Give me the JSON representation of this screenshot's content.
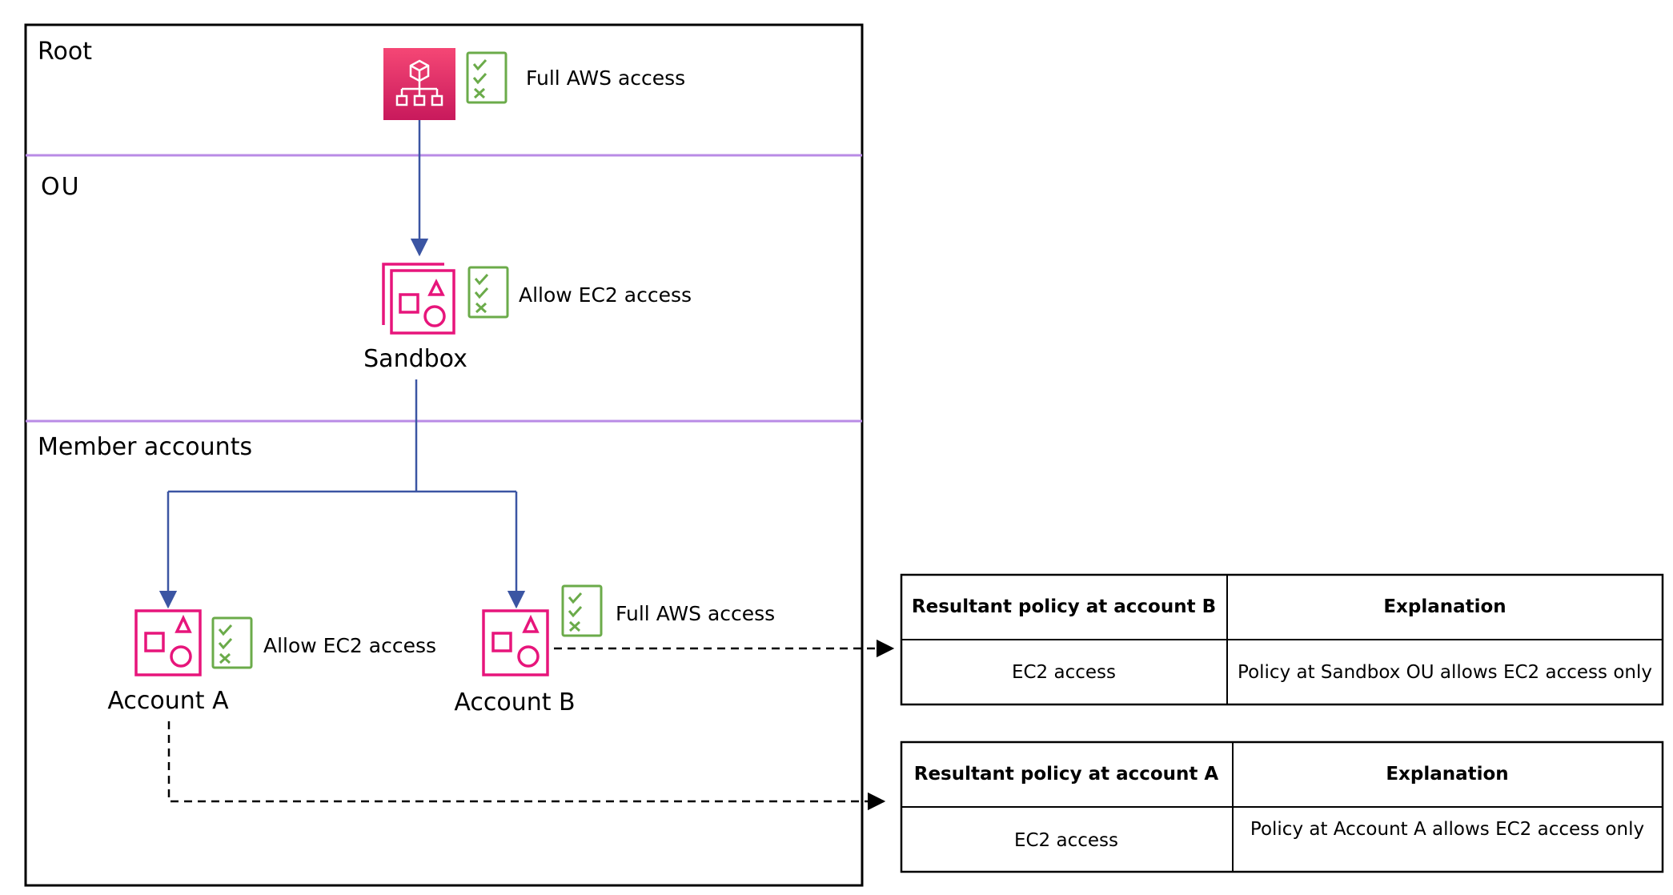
{
  "colors": {
    "frame": "#000000",
    "divider": "#b98be6",
    "connector": "#3b55a3",
    "org_icon_top": "#f54775",
    "org_icon_bottom": "#c8195c",
    "account_icon": "#e7157b",
    "policy_icon": "#6bab4a"
  },
  "icons": {
    "organization": "organizations-icon",
    "ou": "organizational-unit-icon",
    "account": "member-account-icon",
    "policy": "policy-checklist-icon"
  },
  "sections": {
    "root": "Root",
    "ou": "OU",
    "members": "Member accounts"
  },
  "root": {
    "policy": "Full AWS access"
  },
  "ou": {
    "name": "Sandbox",
    "policy": "Allow EC2 access"
  },
  "account_a": {
    "name": "Account A",
    "policy": "Allow EC2 access"
  },
  "account_b": {
    "name": "Account B",
    "policy": "Full AWS access"
  },
  "table_b": {
    "col1_header": "Resultant policy at account B",
    "col2_header": "Explanation",
    "col1_value": "EC2 access",
    "col2_value": "Policy at Sandbox OU allows EC2 access only"
  },
  "table_a": {
    "col1_header": "Resultant policy at account A",
    "col2_header": "Explanation",
    "col1_value": "EC2 access",
    "col2_value": "Policy at Account A allows EC2 access only"
  }
}
